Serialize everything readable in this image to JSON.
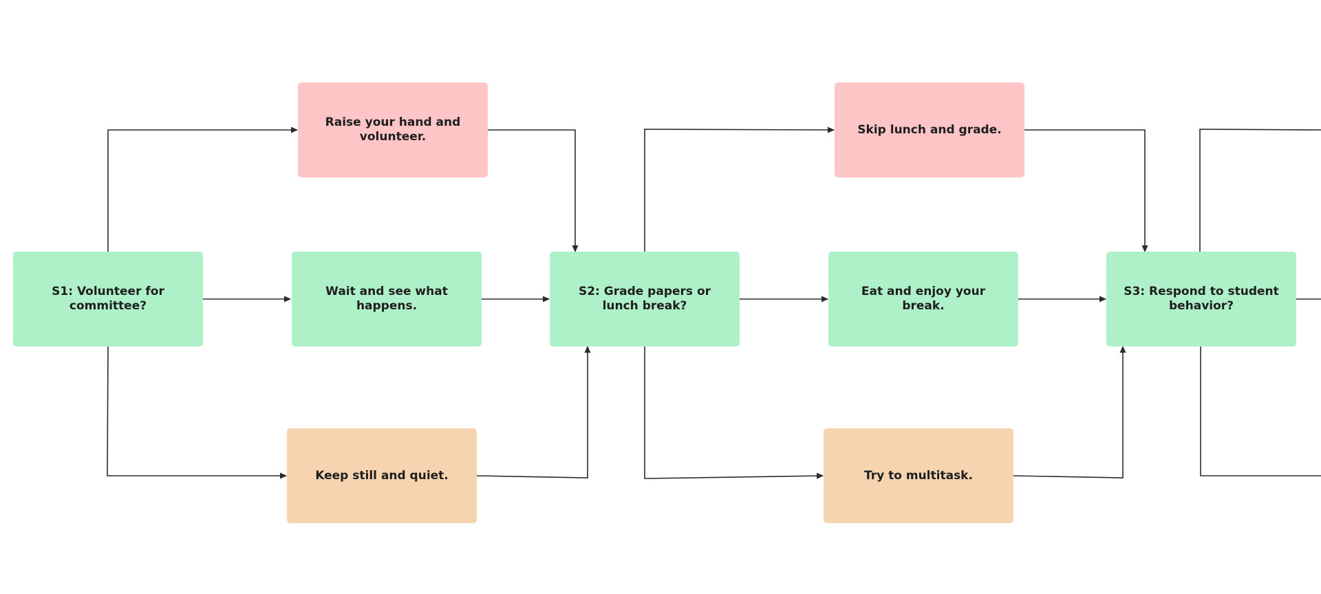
{
  "colors": {
    "decision": "#aef1c8",
    "option_red": "#fec5c6",
    "option_orange": "#f6d4b0",
    "connector": "#2b2b2b"
  },
  "nodes": {
    "s1": "S1: Volunteer for committee?",
    "s1_up": "Raise your hand and volunteer.",
    "s1_mid": "Wait and see what happens.",
    "s1_down": "Keep still and quiet.",
    "s2": "S2: Grade papers or lunch break?",
    "s2_up": "Skip lunch and grade.",
    "s2_mid": "Eat and enjoy your break.",
    "s2_down": "Try to multitask.",
    "s3": "S3: Respond to student behavior?"
  }
}
